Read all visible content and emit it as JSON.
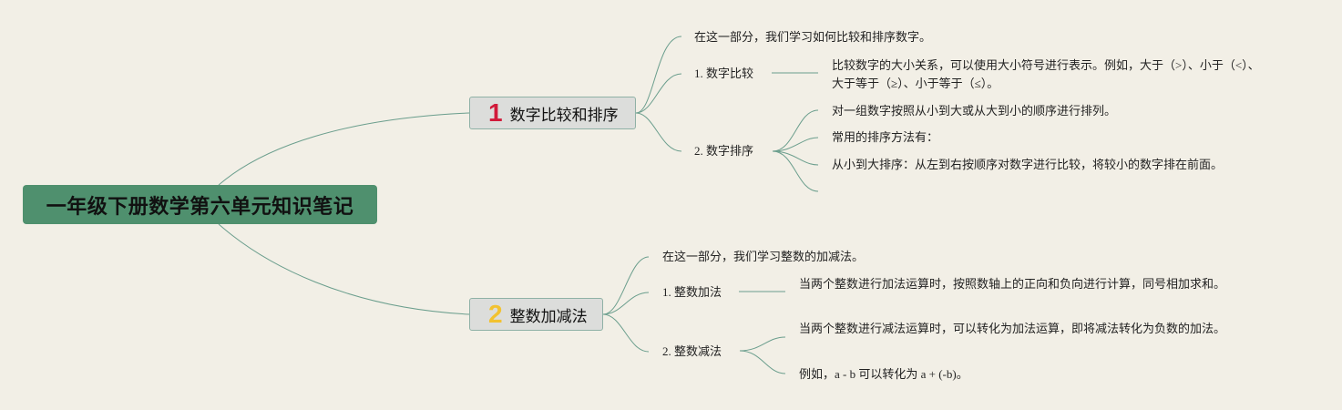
{
  "root": {
    "title": "一年级下册数学第六单元知识笔记"
  },
  "colors": {
    "root_fill": "#4f906e",
    "branch_fill": "#dcdddb",
    "branch_border": "#8fb1a6",
    "link": "#6b9e8d",
    "num1": "#d11a3a",
    "num2": "#f2c230",
    "background": "#f2efe6"
  },
  "branches": [
    {
      "number": "1",
      "title": "数字比较和排序",
      "intro": "在这一部分，我们学习如何比较和排序数字。",
      "subs": [
        {
          "label": "1. 数字比较",
          "details": [
            "比较数字的大小关系，可以使用大小符号进行表示。例如，大于（>）、小于（<）、大于等于（≥）、小于等于（≤）。"
          ]
        },
        {
          "label": "2. 数字排序",
          "details": [
            "对一组数字按照从小到大或从大到小的顺序进行排列。",
            "常用的排序方法有：",
            "从小到大排序：从左到右按顺序对数字进行比较，将较小的数字排在前面。"
          ]
        }
      ]
    },
    {
      "number": "2",
      "title": "整数加减法",
      "intro": "在这一部分，我们学习整数的加减法。",
      "subs": [
        {
          "label": "1. 整数加法",
          "details": [
            "当两个整数进行加法运算时，按照数轴上的正向和负向进行计算，同号相加求和。"
          ]
        },
        {
          "label": "2. 整数减法",
          "details": [
            "当两个整数进行减法运算时，可以转化为加法运算，即将减法转化为负数的加法。",
            "例如，a - b 可以转化为 a + (-b)。"
          ]
        }
      ]
    }
  ]
}
